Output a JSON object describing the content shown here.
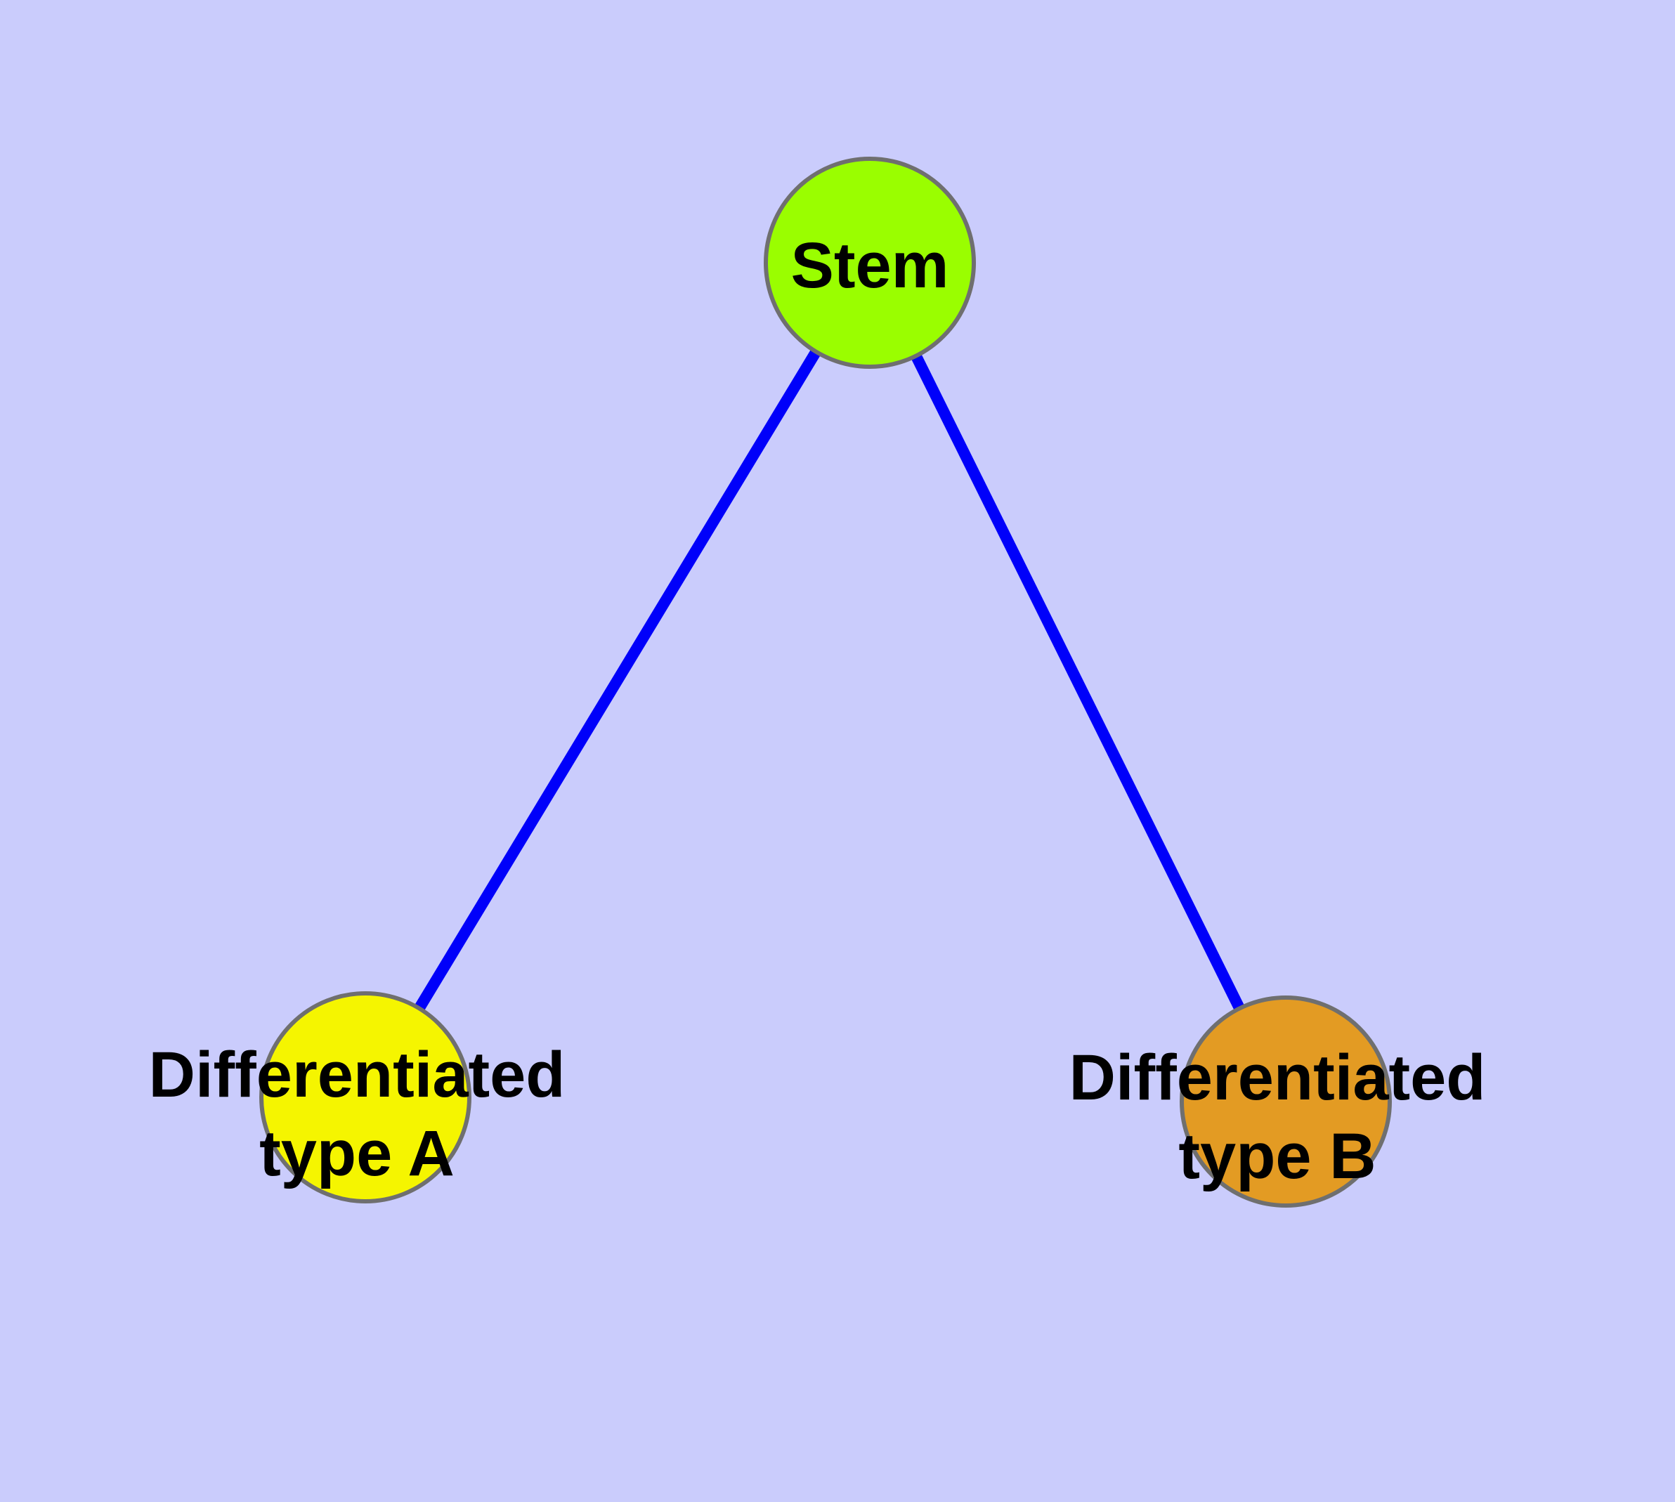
{
  "diagram": {
    "type": "graph",
    "description": "Cell differentiation tree: one stem node connected to two differentiated cell-type nodes",
    "background_color": "#CACCFC",
    "edge_color": "#0000FA",
    "node_border_color": "#6F6F6F",
    "label_color": "#000000",
    "nodes": [
      {
        "id": "stem",
        "label": "Stem",
        "fill": "#9AFE00"
      },
      {
        "id": "type-a",
        "label": "Differentiated\ntype A",
        "fill": "#F5F500"
      },
      {
        "id": "type-b",
        "label": "Differentiated\ntype B",
        "fill": "#E39B23"
      }
    ],
    "edges": [
      {
        "from": "stem",
        "to": "type-a"
      },
      {
        "from": "stem",
        "to": "type-b"
      }
    ]
  }
}
